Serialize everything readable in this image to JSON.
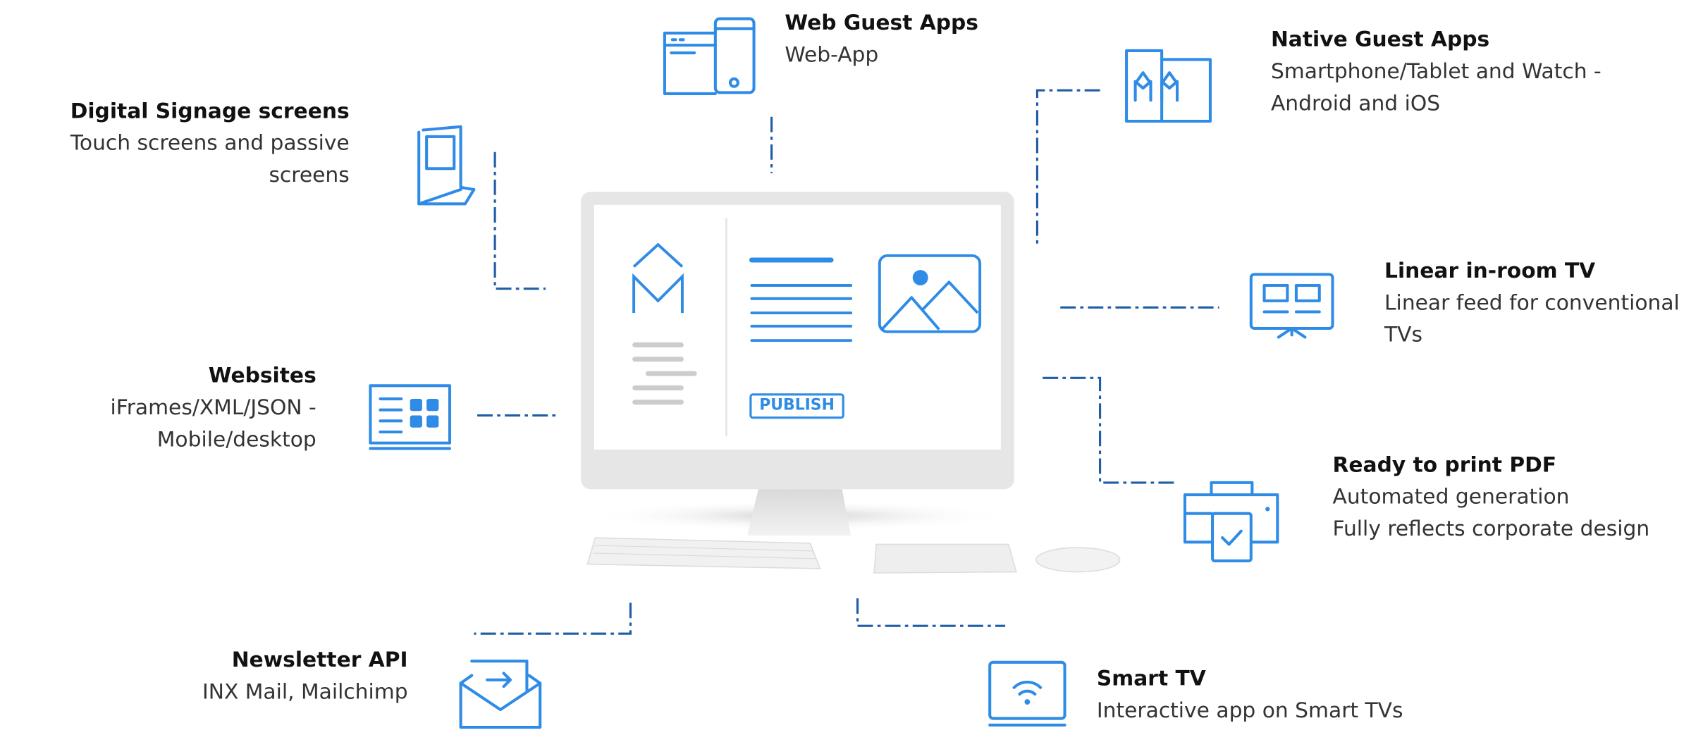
{
  "colors": {
    "accent": "#2e8be6",
    "connector": "#1f5da6",
    "heading": "#111111",
    "body": "#333333"
  },
  "channels": {
    "web_guest_apps": {
      "title": "Web Guest Apps",
      "desc": "Web-App",
      "icon": "browser-phone-icon"
    },
    "native_guest_apps": {
      "title": "Native Guest Apps",
      "desc": "Smartphone/Tablet and Watch - Android and iOS",
      "icon": "app-devices-icon"
    },
    "digital_signage": {
      "title": "Digital Signage screens",
      "desc": "Touch screens and passive screens",
      "icon": "signage-screen-icon"
    },
    "linear_tv": {
      "title": "Linear in-room TV",
      "desc": "Linear feed for conventional TVs",
      "icon": "tv-layout-icon"
    },
    "websites": {
      "title": "Websites",
      "desc": "iFrames/XML/JSON - Mobile/desktop",
      "icon": "website-grid-icon"
    },
    "print_pdf": {
      "title": "Ready to print PDF",
      "desc_line1": "Automated generation",
      "desc_line2": "Fully reflects corporate design",
      "icon": "printer-check-icon"
    },
    "newsletter_api": {
      "title": "Newsletter API",
      "desc": "INX Mail, Mailchimp",
      "icon": "envelope-arrow-icon"
    },
    "smart_tv": {
      "title": "Smart TV",
      "desc": "Interactive app on Smart TVs",
      "icon": "smart-tv-wifi-icon"
    }
  },
  "computer": {
    "publish_label": "PUBLISH",
    "logo_icon": "m-logo-icon",
    "image_icon": "image-placeholder-icon"
  }
}
